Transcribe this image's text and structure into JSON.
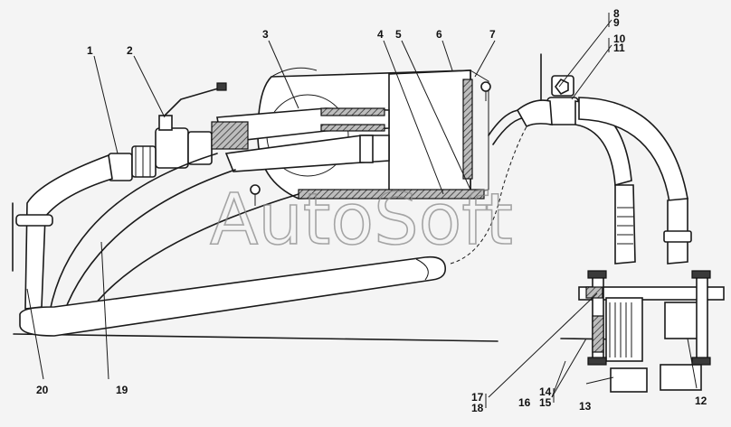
{
  "watermark": "AutoSoft",
  "callouts": [
    {
      "id": "c1",
      "text": "1"
    },
    {
      "id": "c2",
      "text": "2"
    },
    {
      "id": "c3",
      "text": "3"
    },
    {
      "id": "c4",
      "text": "4"
    },
    {
      "id": "c5",
      "text": "5"
    },
    {
      "id": "c6",
      "text": "6"
    },
    {
      "id": "c7",
      "text": "7"
    },
    {
      "id": "c8",
      "text": "8"
    },
    {
      "id": "c9",
      "text": "9"
    },
    {
      "id": "c10",
      "text": "10"
    },
    {
      "id": "c11",
      "text": "11"
    },
    {
      "id": "c12",
      "text": "12"
    },
    {
      "id": "c13",
      "text": "13"
    },
    {
      "id": "c14",
      "text": "14"
    },
    {
      "id": "c15",
      "text": "15"
    },
    {
      "id": "c16",
      "text": "16"
    },
    {
      "id": "c17",
      "text": "17"
    },
    {
      "id": "c18",
      "text": "18"
    },
    {
      "id": "c19",
      "text": "19"
    },
    {
      "id": "c20",
      "text": "20"
    }
  ]
}
